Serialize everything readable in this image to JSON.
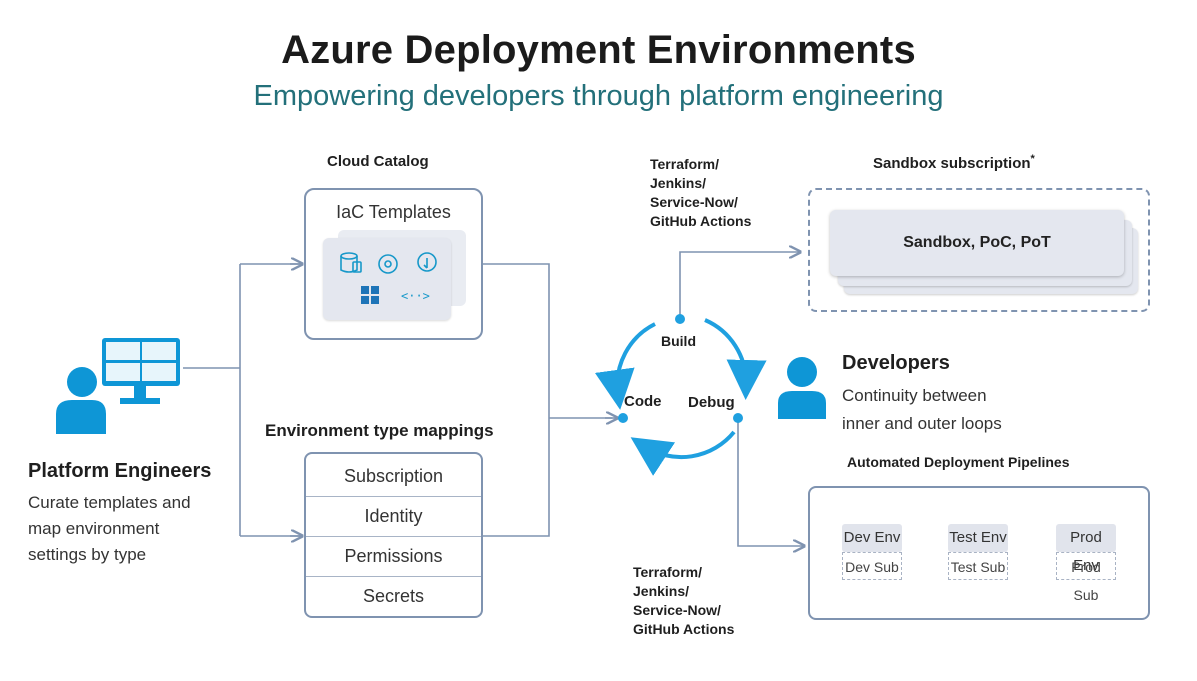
{
  "header": {
    "title": "Azure Deployment Environments",
    "subtitle": "Empowering developers through platform engineering"
  },
  "catalog": {
    "heading": "Cloud Catalog",
    "box_title": "IaC Templates"
  },
  "mappings": {
    "heading": "Environment type mappings",
    "rows": [
      "Subscription",
      "Identity",
      "Permissions",
      "Secrets"
    ]
  },
  "platform": {
    "title": "Platform Engineers",
    "desc": [
      "Curate templates and",
      "map environment",
      "settings by type"
    ]
  },
  "loop": {
    "build": "Build",
    "code": "Code",
    "debug": "Debug"
  },
  "tools_top": [
    "Terraform/",
    "Jenkins/",
    "Service-Now/",
    "GitHub Actions"
  ],
  "tools_bottom": [
    "Terraform/",
    "Jenkins/",
    "Service-Now/",
    "GitHub Actions"
  ],
  "sandbox": {
    "heading": "Sandbox subscription",
    "asterisk": "*",
    "card": "Sandbox, PoC, PoT"
  },
  "developers": {
    "title": "Developers",
    "desc": [
      "Continuity between",
      "inner and outer loops"
    ]
  },
  "pipelines": {
    "heading": "Automated Deployment Pipelines",
    "envs": [
      {
        "env": "Dev Env",
        "sub": "Dev Sub"
      },
      {
        "env": "Test Env",
        "sub": "Test Sub"
      },
      {
        "env": "Prod Env",
        "sub": "Prod Sub"
      }
    ]
  },
  "colors": {
    "accent_blue": "#1fa0e0",
    "icon_blue": "#0e96d6",
    "connector": "#7f93b0",
    "subtitle": "#23707a"
  }
}
